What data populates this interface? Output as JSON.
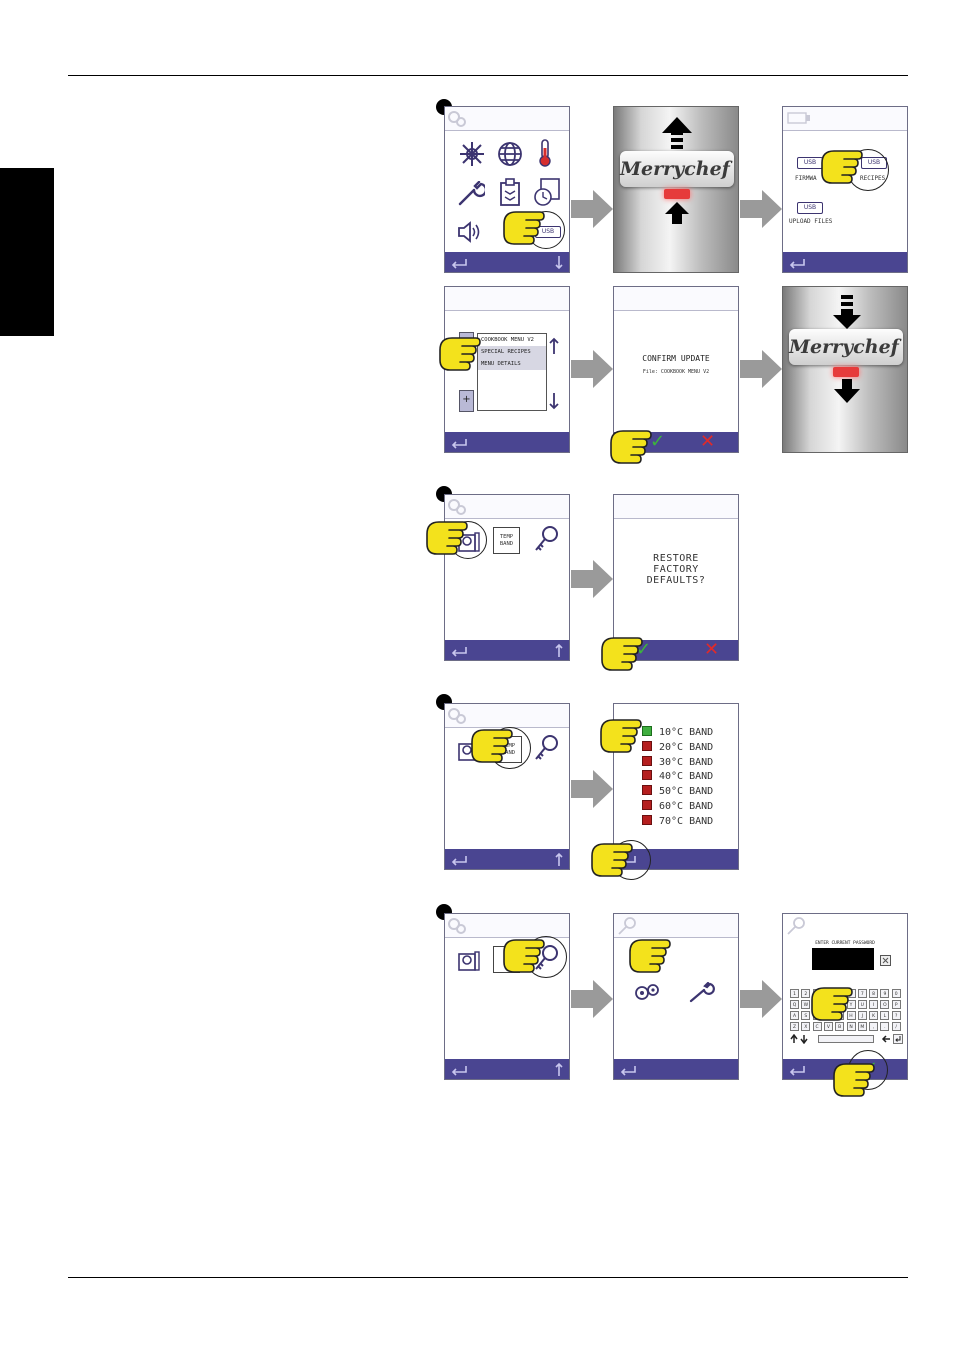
{
  "brand": "Merrychef",
  "usb_screen": {
    "usb_tag": "USB",
    "firmware_label": "FIRMWA",
    "recipes_label": "RECIPES",
    "upload_label": "UPLOAD FILES"
  },
  "menu_list": {
    "items": [
      "COOKBOOK MENU V2",
      "SPECIAL RECIPES",
      "MENU DETAILS"
    ],
    "plus": "+",
    "minus": "+"
  },
  "confirm_update": {
    "title": "CONFIRM UPDATE",
    "file_line": "File: COOKBOOK MENU V2"
  },
  "settings_tiles": {
    "temp_band_line1": "TEMP",
    "temp_band_line2": "BAND",
    "temp_band_partial": "T"
  },
  "restore_factory": {
    "line1": "RESTORE",
    "line2": "FACTORY",
    "line3": "DEFAULTS?"
  },
  "temp_bands": [
    {
      "label": "10°C BAND",
      "selected": true
    },
    {
      "label": "20°C BAND",
      "selected": false
    },
    {
      "label": "30°C BAND",
      "selected": false
    },
    {
      "label": "40°C BAND",
      "selected": false
    },
    {
      "label": "50°C BAND",
      "selected": false
    },
    {
      "label": "60°C BAND",
      "selected": false
    },
    {
      "label": "70°C BAND",
      "selected": false
    }
  ],
  "password": {
    "prompt": "ENTER CURRENT PASSWORD",
    "keyboard_rows": [
      [
        "1",
        "2",
        "3",
        "4",
        "5",
        "6",
        "7",
        "8",
        "9",
        "0"
      ],
      [
        "Q",
        "W",
        "E",
        "R",
        "T",
        "Y",
        "U",
        "I",
        "O",
        "P"
      ],
      [
        "A",
        "S",
        "D",
        "F",
        "G",
        "H",
        "J",
        "K",
        "L",
        "?"
      ],
      [
        "Z",
        "X",
        "C",
        "V",
        "B",
        "N",
        "M",
        ",",
        ".",
        "/"
      ]
    ]
  },
  "colors": {
    "bar": "#4a4591",
    "arrow": "#9a9a9a",
    "pointer": "#f3e21c",
    "check": "#3cb43c",
    "cross": "#e02a2a"
  }
}
